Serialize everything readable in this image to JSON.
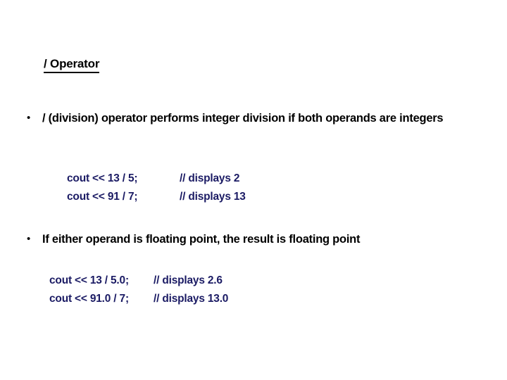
{
  "slide": {
    "title": "/ Operator",
    "background_color": "#ffffff",
    "title_color": "#000000",
    "body_color": "#000000",
    "code_color": "#1b1b64",
    "bullet_marker": "•"
  },
  "bullets": [
    {
      "marker": "•",
      "text": "/ (division) operator performs integer division if both operands are integers"
    },
    {
      "marker": "•",
      "text": "If either operand is floating point, the result is floating point"
    }
  ],
  "code_blocks": [
    {
      "lines": [
        {
          "statement": "cout << 13 / 5;",
          "comment": "// displays 2"
        },
        {
          "statement": "cout << 91 / 7;",
          "comment": "// displays 13"
        }
      ]
    },
    {
      "lines": [
        {
          "statement": "cout << 13 / 5.0;",
          "comment": "// displays 2.6"
        },
        {
          "statement": "cout << 91.0 / 7;",
          "comment": "// displays 13.0"
        }
      ]
    }
  ]
}
